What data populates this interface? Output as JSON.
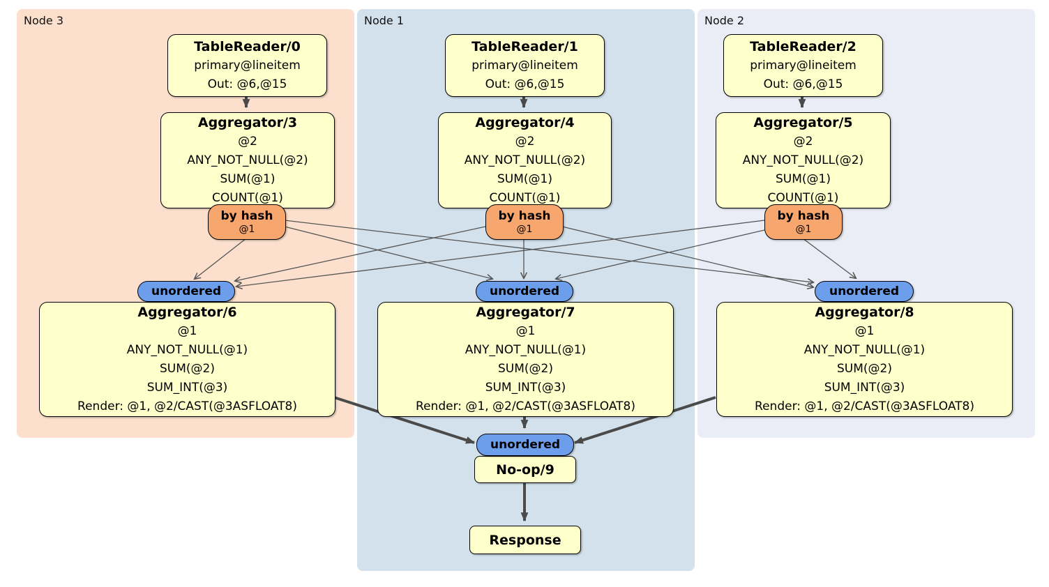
{
  "colors": {
    "node3_bg": "#fce0cd",
    "node1_bg": "#d3e1ec",
    "node2_bg": "#eaedf5",
    "box_fill": "#ffffcc",
    "router_fill": "#f7a66e",
    "sync_fill": "#6d9eeb",
    "edge_thin": "#555555",
    "edge_thick": "#4a4a4a"
  },
  "regions": {
    "node3": {
      "label": "Node 3"
    },
    "node1": {
      "label": "Node 1"
    },
    "node2": {
      "label": "Node 2"
    }
  },
  "node3": {
    "table_reader": {
      "title": "TableReader/0",
      "index": "primary@lineitem",
      "out": "Out: @6,@15"
    },
    "aggregator_top": {
      "title": "Aggregator/3",
      "lines": [
        "@2",
        "ANY_NOT_NULL(@2)",
        "SUM(@1)",
        "COUNT(@1)"
      ]
    },
    "router": {
      "label": "by hash",
      "key": "@1"
    },
    "sync": {
      "label": "unordered"
    },
    "aggregator_bottom": {
      "title": "Aggregator/6",
      "lines": [
        "@1",
        "ANY_NOT_NULL(@1)",
        "SUM(@2)",
        "SUM_INT(@3)",
        "Render: @1, @2/CAST(@3ASFLOAT8)"
      ]
    }
  },
  "node1": {
    "table_reader": {
      "title": "TableReader/1",
      "index": "primary@lineitem",
      "out": "Out: @6,@15"
    },
    "aggregator_top": {
      "title": "Aggregator/4",
      "lines": [
        "@2",
        "ANY_NOT_NULL(@2)",
        "SUM(@1)",
        "COUNT(@1)"
      ]
    },
    "router": {
      "label": "by hash",
      "key": "@1"
    },
    "sync": {
      "label": "unordered"
    },
    "aggregator_bottom": {
      "title": "Aggregator/7",
      "lines": [
        "@1",
        "ANY_NOT_NULL(@1)",
        "SUM(@2)",
        "SUM_INT(@3)",
        "Render: @1, @2/CAST(@3ASFLOAT8)"
      ]
    }
  },
  "node2": {
    "table_reader": {
      "title": "TableReader/2",
      "index": "primary@lineitem",
      "out": "Out: @6,@15"
    },
    "aggregator_top": {
      "title": "Aggregator/5",
      "lines": [
        "@2",
        "ANY_NOT_NULL(@2)",
        "SUM(@1)",
        "COUNT(@1)"
      ]
    },
    "router": {
      "label": "by hash",
      "key": "@1"
    },
    "sync": {
      "label": "unordered"
    },
    "aggregator_bottom": {
      "title": "Aggregator/8",
      "lines": [
        "@1",
        "ANY_NOT_NULL(@1)",
        "SUM(@2)",
        "SUM_INT(@3)",
        "Render: @1, @2/CAST(@3ASFLOAT8)"
      ]
    }
  },
  "final": {
    "sync": {
      "label": "unordered"
    },
    "noop": {
      "title": "No-op/9"
    },
    "response": {
      "title": "Response"
    }
  }
}
